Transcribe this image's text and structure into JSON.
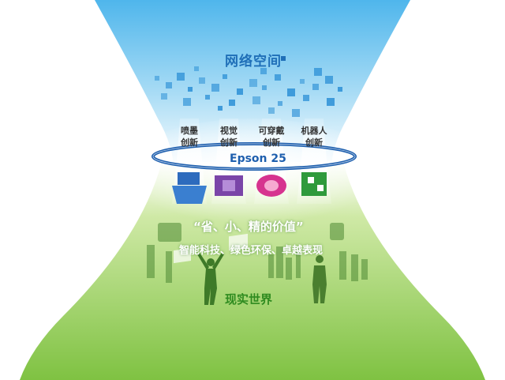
{
  "cyber_space": {
    "title": "网络空间"
  },
  "ring": {
    "label": "Epson 25"
  },
  "innovations": [
    {
      "line1": "喷墨",
      "line2": "创新",
      "color": "#3a7fd0"
    },
    {
      "line1": "视觉",
      "line2": "创新",
      "color": "#7a45a8"
    },
    {
      "line1": "可穿戴",
      "line2": "创新",
      "color": "#d6338f"
    },
    {
      "line1": "机器人",
      "line2": "创新",
      "color": "#2f9a3c"
    }
  ],
  "motto": "“省、小、精的价值”",
  "values": "智能科技、绿色环保、卓越表现",
  "real_world": {
    "title": "现实世界"
  },
  "colors": {
    "cyber_blue": "#7cc7ee",
    "real_green": "#8cc63f",
    "ring_blue": "#1e5fae"
  }
}
